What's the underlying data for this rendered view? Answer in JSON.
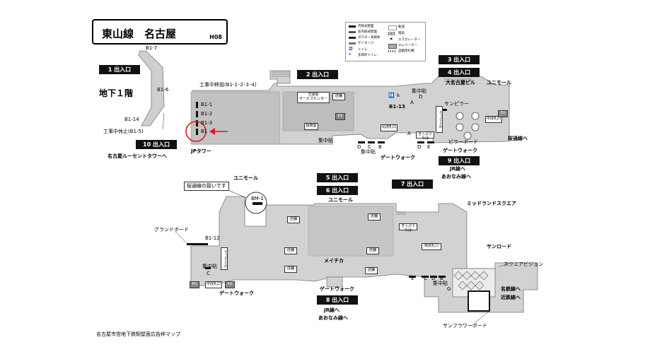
{
  "title": {
    "line": "東山線",
    "station": "名古屋",
    "code": "H08"
  },
  "legend": {
    "items_left": [
      "内照式壁面",
      "非内照式壁面",
      "ポスター系媒体",
      "サイネージ",
      "トイレ",
      "多目的トイレ"
    ],
    "items_right": [
      "軌道",
      "階段",
      "エスカレーター",
      "エレベーター",
      "自動改札機"
    ]
  },
  "floor_label": "地下１階",
  "exits": {
    "e1": "1 出入口",
    "e2": "2 出入口",
    "e3": "3 出入口",
    "e4": "4 出入口",
    "e5": "5 出入口",
    "e6": "6 出入口",
    "e7": "7 出入口",
    "e8": "8 出入口",
    "e9": "9 出入口",
    "e10": "10 出入口"
  },
  "labels": {
    "construction_moved": "工事中移設(B1-1･2･3･4)",
    "construction_paused": "工事中休止(B1-5)",
    "b1_7": "B1-7",
    "b1_6": "B1-6",
    "b1_14": "B1-14",
    "b1_1": "B1-1",
    "b1_2": "B1-2",
    "b1_3": "B1-3",
    "b1_b1": "B1",
    "b1_13": "B1-13",
    "b1_12": "B1-12",
    "bm_1": "BM-1",
    "lucent_tower": "名古屋ルーセントタワーへ",
    "jp_tower": "JPタワー",
    "dai_nagoya": "大名古屋ビル",
    "unimall_top": "ユニモール",
    "sakuradori": "桜通線へ",
    "gatewalk_top": "ゲートウォーク",
    "gatewalk_top2": "ゲートウォーク",
    "jr_aonami_top_1": "JR線へ",
    "jr_aonami_top_2": "あおなみ線へ",
    "unimall_mid": "ユニモール",
    "sakuradori_note": "桜通線の扱いです",
    "unimall_lower": "ユニモール",
    "midland": "ミッドランドスクエア",
    "sunroad": "サンロード",
    "meichika": "メイチカ",
    "gatewalk_bottom": "ゲートウォーク",
    "gatewalk_left": "ゲートウォーク",
    "jr_aonami_bot_1": "JR線へ",
    "jr_aonami_bot_2": "あおなみ線へ",
    "meitetsu": "名鉄線へ",
    "kintetsu": "近鉄線へ",
    "square_vision": "スクエアビジョン",
    "sunflower_board": "サンフラワーボード",
    "grand_board": "グランドボード",
    "pillar_board": "ピラーボード",
    "sun_pillar": "サンピラー",
    "concourse_1": "集中貼",
    "concourse_2": "集中貼",
    "concourse_3": "集中貼",
    "concourse_4": "集中貼",
    "concourse_5": "集中貼",
    "footer": "名古屋市営地下鉄駅壁面広告枠マップ"
  },
  "rooms": {
    "kotsukyoku": "交通局\nサービスセンター",
    "shop": "店舗",
    "ekimuin": "駅務室",
    "kitakaisatsu": "北改札口",
    "kitakaisatsu2": "北改札口",
    "chuokaisatsu": "中改札口",
    "chuokaisatsu2": "中改札口",
    "minamikaisatsu": "南改札口",
    "kippu": "きっぷうりば",
    "ev": "EV"
  },
  "letters": {
    "A": "A",
    "B": "B",
    "C": "C",
    "D": "D",
    "E": "E",
    "G": "G"
  },
  "colors": {
    "floor": "#cfcfcf",
    "wall": "#6e6e6e",
    "track": "#ffffff",
    "accent_red": "#e8141b",
    "exit_bg": "#111111"
  }
}
